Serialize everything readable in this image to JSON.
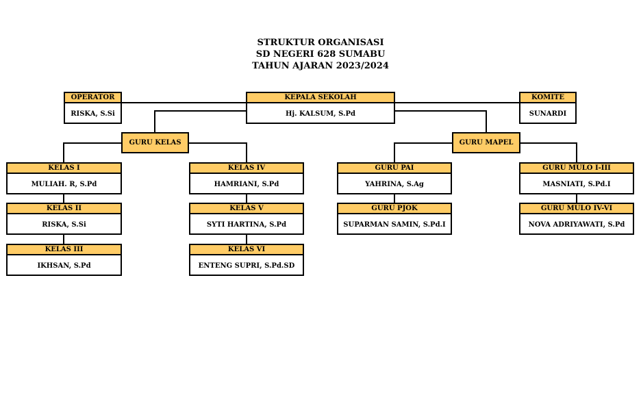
{
  "title": {
    "line1": "STRUKTUR ORGANISASI",
    "line2": "SD NEGERI 628 SUMABU",
    "line3": "TAHUN AJARAN 2023/2024"
  },
  "colors": {
    "header_fill": "#ffcc66",
    "border": "#000000"
  },
  "operator": {
    "role": "OPERATOR",
    "name": "RISKA, S.Si"
  },
  "kepala": {
    "role": "KEPALA SEKOLAH",
    "name": "Hj. KALSUM, S.Pd"
  },
  "komite": {
    "role": "KOMITE",
    "name": "SUNARDI"
  },
  "guru_kelas": {
    "label": "GURU KELAS"
  },
  "guru_mapel": {
    "label": "GURU MAPEL"
  },
  "kelas": [
    {
      "role": "KELAS I",
      "name": "MULIAH. R, S.Pd"
    },
    {
      "role": "KELAS II",
      "name": "RISKA, S.Si"
    },
    {
      "role": "KELAS III",
      "name": "IKHSAN, S.Pd"
    },
    {
      "role": "KELAS IV",
      "name": "HAMRIANI, S.Pd"
    },
    {
      "role": "KELAS V",
      "name": "SYTI HARTINA, S.Pd"
    },
    {
      "role": "KELAS VI",
      "name": "ENTENG SUPRI, S.Pd.SD"
    }
  ],
  "mapel": [
    {
      "role": "GURU PAI",
      "name": "YAHRINA, S.Ag"
    },
    {
      "role": "GURU PJOK",
      "name": "SUPARMAN SAMIN, S.Pd.I"
    },
    {
      "role": "GURU MULO I-III",
      "name": "MASNIATI, S.Pd.I"
    },
    {
      "role": "GURU MULO IV-VI",
      "name": "NOVA ADRIYAWATI, S.Pd"
    }
  ]
}
